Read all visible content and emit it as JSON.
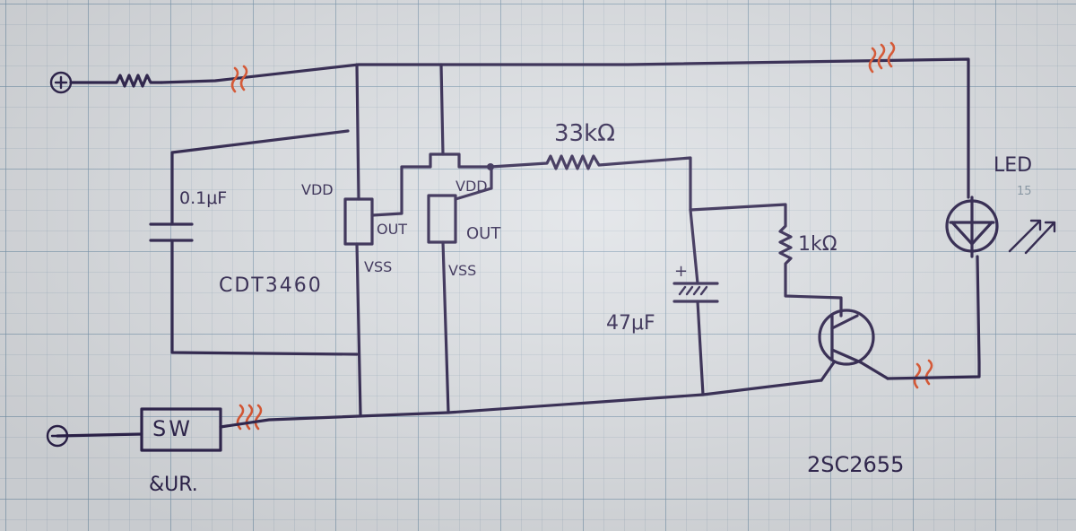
{
  "page_number": "15",
  "terminals": {
    "positive": "+",
    "negative": "−"
  },
  "components": {
    "capacitor_small": "0.1μF",
    "ic_part": "CDT3460",
    "ic1_vdd": "VDD",
    "ic1_out": "OUT",
    "ic1_vss": "VSS",
    "ic2_vdd": "VDD",
    "ic2_out": "OUT",
    "ic2_vss": "VSS",
    "resistor_33k": "33kΩ",
    "capacitor_large": "47μF",
    "cap_polarity": "+",
    "resistor_1k": "1kΩ",
    "transistor": "2SC2655",
    "led": "LED",
    "switch": "SW",
    "switch_note": "&UR."
  },
  "colors": {
    "ink": "#2a1f4a",
    "break_marks": "#e0532c",
    "paper": "#dfe2e6",
    "grid": "#7896af"
  }
}
